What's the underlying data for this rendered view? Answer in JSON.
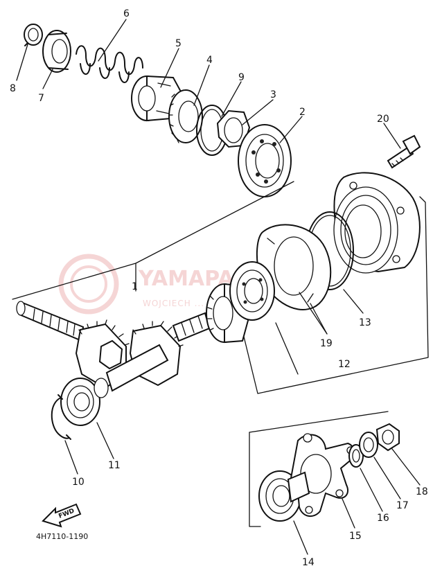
{
  "diagram": {
    "drawing_code": "4H7110-1190",
    "forward_marker": "FWD",
    "watermark": {
      "line1": "YAMAPARTS.PL",
      "line2": "WOJCIECH ... YAMAHA"
    },
    "callouts": [
      {
        "id": "c1",
        "text": "1"
      },
      {
        "id": "c2",
        "text": "2"
      },
      {
        "id": "c3",
        "text": "3"
      },
      {
        "id": "c4",
        "text": "4"
      },
      {
        "id": "c5",
        "text": "5"
      },
      {
        "id": "c6",
        "text": "6"
      },
      {
        "id": "c7",
        "text": "7"
      },
      {
        "id": "c8",
        "text": "8"
      },
      {
        "id": "c9",
        "text": "9"
      },
      {
        "id": "c10",
        "text": "10"
      },
      {
        "id": "c11",
        "text": "11"
      },
      {
        "id": "c12",
        "text": "12"
      },
      {
        "id": "c13",
        "text": "13"
      },
      {
        "id": "c14",
        "text": "14"
      },
      {
        "id": "c15",
        "text": "15"
      },
      {
        "id": "c16",
        "text": "16"
      },
      {
        "id": "c17",
        "text": "17"
      },
      {
        "id": "c18",
        "text": "18"
      },
      {
        "id": "c19",
        "text": "19"
      },
      {
        "id": "c20",
        "text": "20"
      }
    ]
  }
}
